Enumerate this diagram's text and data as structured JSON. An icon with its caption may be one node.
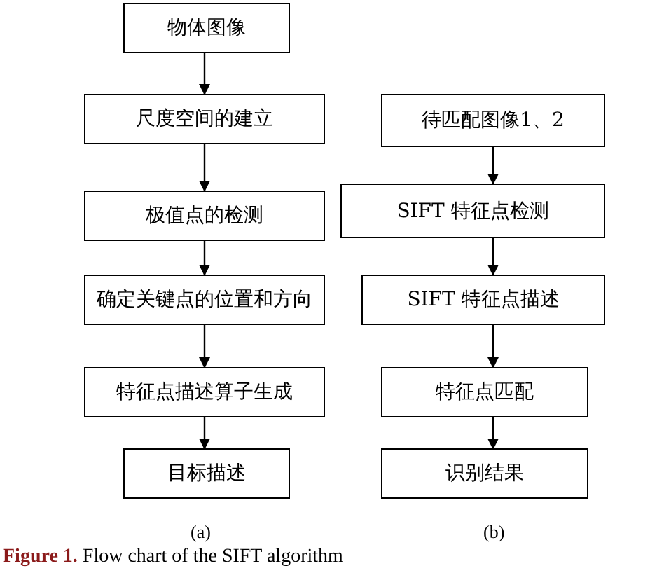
{
  "diagram": {
    "caption": "**Figure 1.** Flow chart of the SIFT algorithm",
    "nodes": [
      {
        "text": [
          "物体图像"
        ]
      },
      {
        "text": [
          "尺度空间的建立"
        ]
      },
      {
        "text": [
          "极值点的检测"
        ]
      },
      {
        "text": [
          "确定关键点的位置和方向"
        ]
      },
      {
        "text": [
          "特征点描述算子生成"
        ]
      },
      {
        "text": [
          "目标描述"
        ]
      },
      {
        "text": [
          "待匹配图像1、2"
        ]
      },
      {
        "text": [
          "SIFT 特征点检测"
        ]
      },
      {
        "text": [
          "SIFT 特征点描述"
        ]
      },
      {
        "text": [
          "特征点匹配"
        ]
      },
      {
        "text": [
          "识别结果"
        ]
      }
    ],
    "edges": [
      {
        "from": 0,
        "to": 1,
        "arrow": "to"
      },
      {
        "from": 1,
        "to": 2,
        "arrow": "to"
      },
      {
        "from": 2,
        "to": 3,
        "arrow": "to"
      },
      {
        "from": 3,
        "to": 4,
        "arrow": "to"
      },
      {
        "from": 4,
        "to": 5,
        "arrow": "to"
      },
      {
        "from": 6,
        "to": 7,
        "arrow": "to"
      },
      {
        "from": 7,
        "to": 8,
        "arrow": "to"
      },
      {
        "from": 8,
        "to": 9,
        "arrow": "to"
      },
      {
        "from": 9,
        "to": 10,
        "arrow": "to"
      }
    ],
    "labels": [
      "(a)",
      "(b)"
    ]
  }
}
